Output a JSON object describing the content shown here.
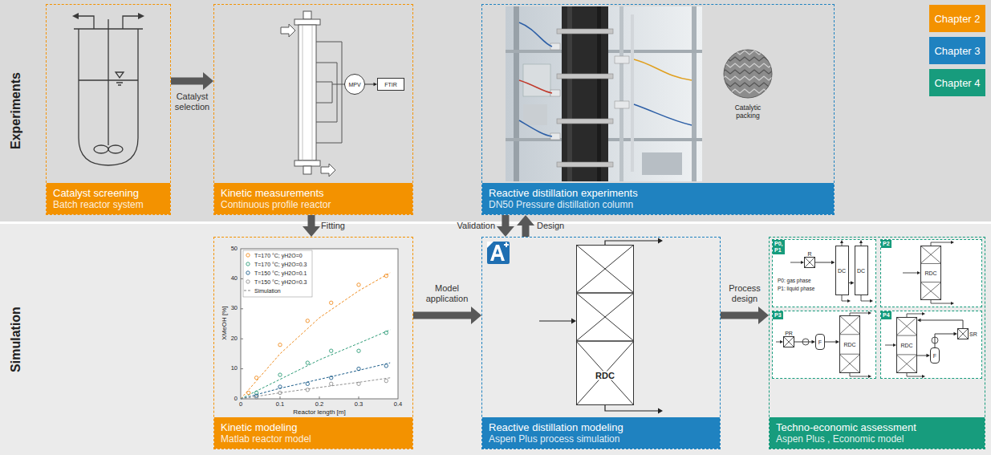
{
  "diagram": {
    "nodes": [
      {
        "text": [
          "Experiments"
        ]
      },
      {
        "text": [
          "Catalyst screening",
          "Batch reactor system"
        ],
        "in": 0
      },
      {
        "text": [
          "Kinetic measurements",
          "Continuous profile reactor"
        ],
        "in": 0
      },
      {
        "text": [
          "MPV"
        ],
        "in": 2
      },
      {
        "text": [
          "FTIR"
        ],
        "in": 2
      },
      {
        "text": [
          "Reactive distillation experiments",
          "DN50 Pressure distillation column"
        ],
        "in": 0
      },
      {
        "text": [
          "Simulation"
        ]
      },
      {
        "text": [
          "Kinetic modeling",
          "Matlab reactor model"
        ],
        "in": 6
      },
      {
        "text": [
          "Reactive distillation modeling",
          "Aspen Plus process simulation"
        ],
        "in": 6
      },
      {
        "text": [
          "RDC"
        ],
        "in": 8
      },
      {
        "text": [
          "Techno-economic assessment",
          "Aspen Plus , Economic model"
        ],
        "in": 6
      },
      {
        "text": [
          "P0, P1",
          "P0: gas phase",
          "P1: liquid phase"
        ],
        "in": 10
      },
      {
        "text": [
          "R"
        ],
        "in": 11
      },
      {
        "text": [
          "DC"
        ],
        "in": 11
      },
      {
        "text": [
          "DC"
        ],
        "in": 11
      },
      {
        "text": [
          "P2"
        ],
        "in": 10
      },
      {
        "text": [
          "RDC"
        ],
        "in": 15
      },
      {
        "text": [
          "P3"
        ],
        "in": 10
      },
      {
        "text": [
          "PR"
        ],
        "in": 17
      },
      {
        "text": [
          "F"
        ],
        "in": 17
      },
      {
        "text": [
          "RDC"
        ],
        "in": 17
      },
      {
        "text": [
          "P4"
        ],
        "in": 10
      },
      {
        "text": [
          "RDC"
        ],
        "in": 21
      },
      {
        "text": [
          "F"
        ],
        "in": 21
      },
      {
        "text": [
          "SR"
        ],
        "in": 21
      }
    ],
    "edges": [
      {
        "from": 1,
        "to": 2,
        "arrow": "to",
        "label": "Catalyst selection"
      },
      {
        "from": 2,
        "to": 7,
        "arrow": "to",
        "label": "Fitting"
      },
      {
        "from": 5,
        "to": 8,
        "arrow": "to",
        "label": "Validation"
      },
      {
        "from": 8,
        "to": 5,
        "arrow": "to",
        "label": "Design"
      },
      {
        "from": 7,
        "to": 8,
        "arrow": "to",
        "label": "Model application"
      },
      {
        "from": 8,
        "to": 10,
        "arrow": "to",
        "label": "Process design"
      },
      {
        "from": 3,
        "to": 4,
        "arrow": "to"
      },
      {
        "from": 12,
        "to": 13,
        "arrow": "to"
      },
      {
        "from": 13,
        "to": 14,
        "arrow": "to"
      },
      {
        "from": 18,
        "to": 19,
        "arrow": "to"
      },
      {
        "from": 19,
        "to": 20,
        "arrow": "to"
      },
      {
        "from": 22,
        "to": 23,
        "arrow": "to"
      },
      {
        "from": 23,
        "to": 24,
        "arrow": "to"
      },
      {
        "from": 24,
        "to": 22,
        "arrow": "to"
      }
    ],
    "labels": [
      "XMeOH [%]",
      "0",
      "10",
      "20",
      "30",
      "40",
      "50",
      "0",
      "0.1",
      "0.2",
      "0.3",
      "0.4",
      "Reactor length [m]",
      "Catalytic packing"
    ],
    "legend": [
      {
        "text": "Chapter 2",
        "color": "#f39200"
      },
      {
        "text": "Chapter 3",
        "color": "#1f82c0"
      },
      {
        "text": "Chapter 4",
        "color": "#179c7d"
      },
      {
        "text": "T=170 °C; yH2O=0"
      },
      {
        "text": "T=170 °C; yH2O=0.3"
      },
      {
        "text": "T=150 °C; yH2O=0.1"
      },
      {
        "text": "T=150 °C; yH2O=0.3"
      },
      {
        "text": "Simulation"
      }
    ]
  }
}
